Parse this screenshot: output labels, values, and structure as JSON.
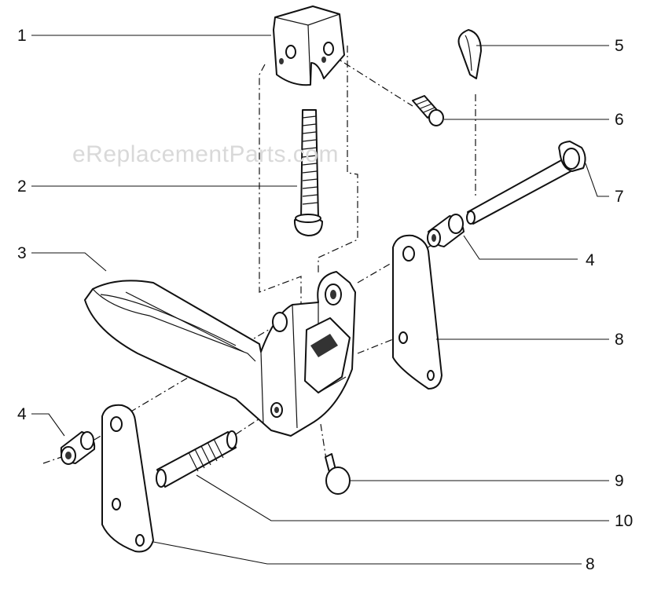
{
  "watermark": "eReplacementParts.com",
  "callouts": [
    {
      "id": "c1",
      "label": "1"
    },
    {
      "id": "c2",
      "label": "2"
    },
    {
      "id": "c3",
      "label": "3"
    },
    {
      "id": "c4a",
      "label": "4"
    },
    {
      "id": "c4b",
      "label": "4"
    },
    {
      "id": "c5",
      "label": "5"
    },
    {
      "id": "c6",
      "label": "6"
    },
    {
      "id": "c7",
      "label": "7"
    },
    {
      "id": "c8a",
      "label": "8"
    },
    {
      "id": "c8b",
      "label": "8"
    },
    {
      "id": "c9",
      "label": "9"
    },
    {
      "id": "c10",
      "label": "10"
    }
  ]
}
